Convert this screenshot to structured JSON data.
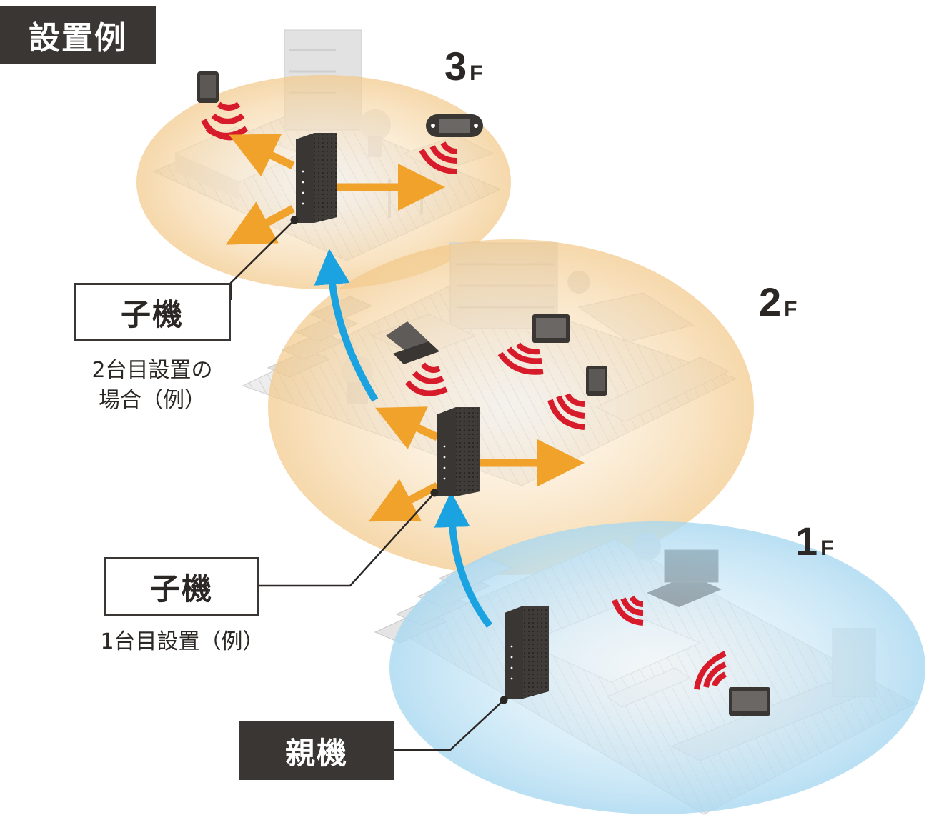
{
  "header": {
    "title": "設置例"
  },
  "floors": {
    "f3": {
      "num": "3",
      "suffix": "F"
    },
    "f2": {
      "num": "2",
      "suffix": "F"
    },
    "f1": {
      "num": "1",
      "suffix": "F"
    }
  },
  "labels": {
    "child_upper": "子機",
    "child_upper_note_line1": "2台目設置の",
    "child_upper_note_line2": "場合（例）",
    "child_lower": "子機",
    "child_lower_note": "1台目設置（例）",
    "parent": "親機"
  },
  "colors": {
    "wifi_zone_upper": "#f2c98a",
    "wifi_zone_lower": "#a9d8f0",
    "signal_arrow": "#f0a22a",
    "relay_arrow": "#1aa3e0",
    "wave": "#d81b2a",
    "device": "#3a3634"
  },
  "icons": [
    "router-icon",
    "tablet-icon",
    "game-console-icon",
    "laptop-icon",
    "monitor-icon",
    "tv-icon",
    "wifi-waves-icon"
  ]
}
